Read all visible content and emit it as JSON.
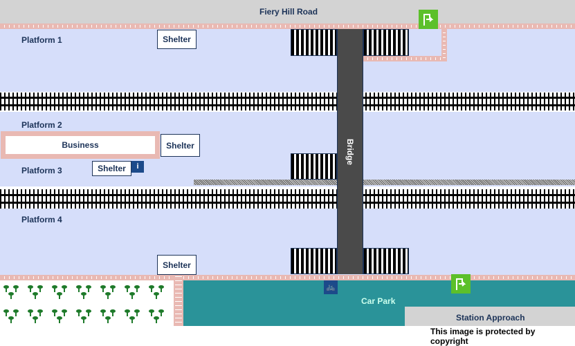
{
  "road_top": {
    "label": "Fiery Hill Road"
  },
  "platforms": [
    "Platform 1",
    "Platform 2",
    "Platform 3",
    "Platform 4"
  ],
  "shelters": {
    "p1": "Shelter",
    "p2": "Shelter",
    "p3": "Shelter",
    "p4": "Shelter"
  },
  "business": "Business",
  "bridge": "Bridge",
  "car_park": "Car Park",
  "station_approach": "Station Approach",
  "copyright": "This image is protected by copyright",
  "icons": {
    "exit": "exit-sign-icon",
    "bike": "bicycle-icon",
    "info": "info-icon"
  },
  "colors": {
    "platform": "#d6defa",
    "car_park": "#2a9399",
    "bridge": "#4a4a4a",
    "exit": "#5cc02a"
  }
}
